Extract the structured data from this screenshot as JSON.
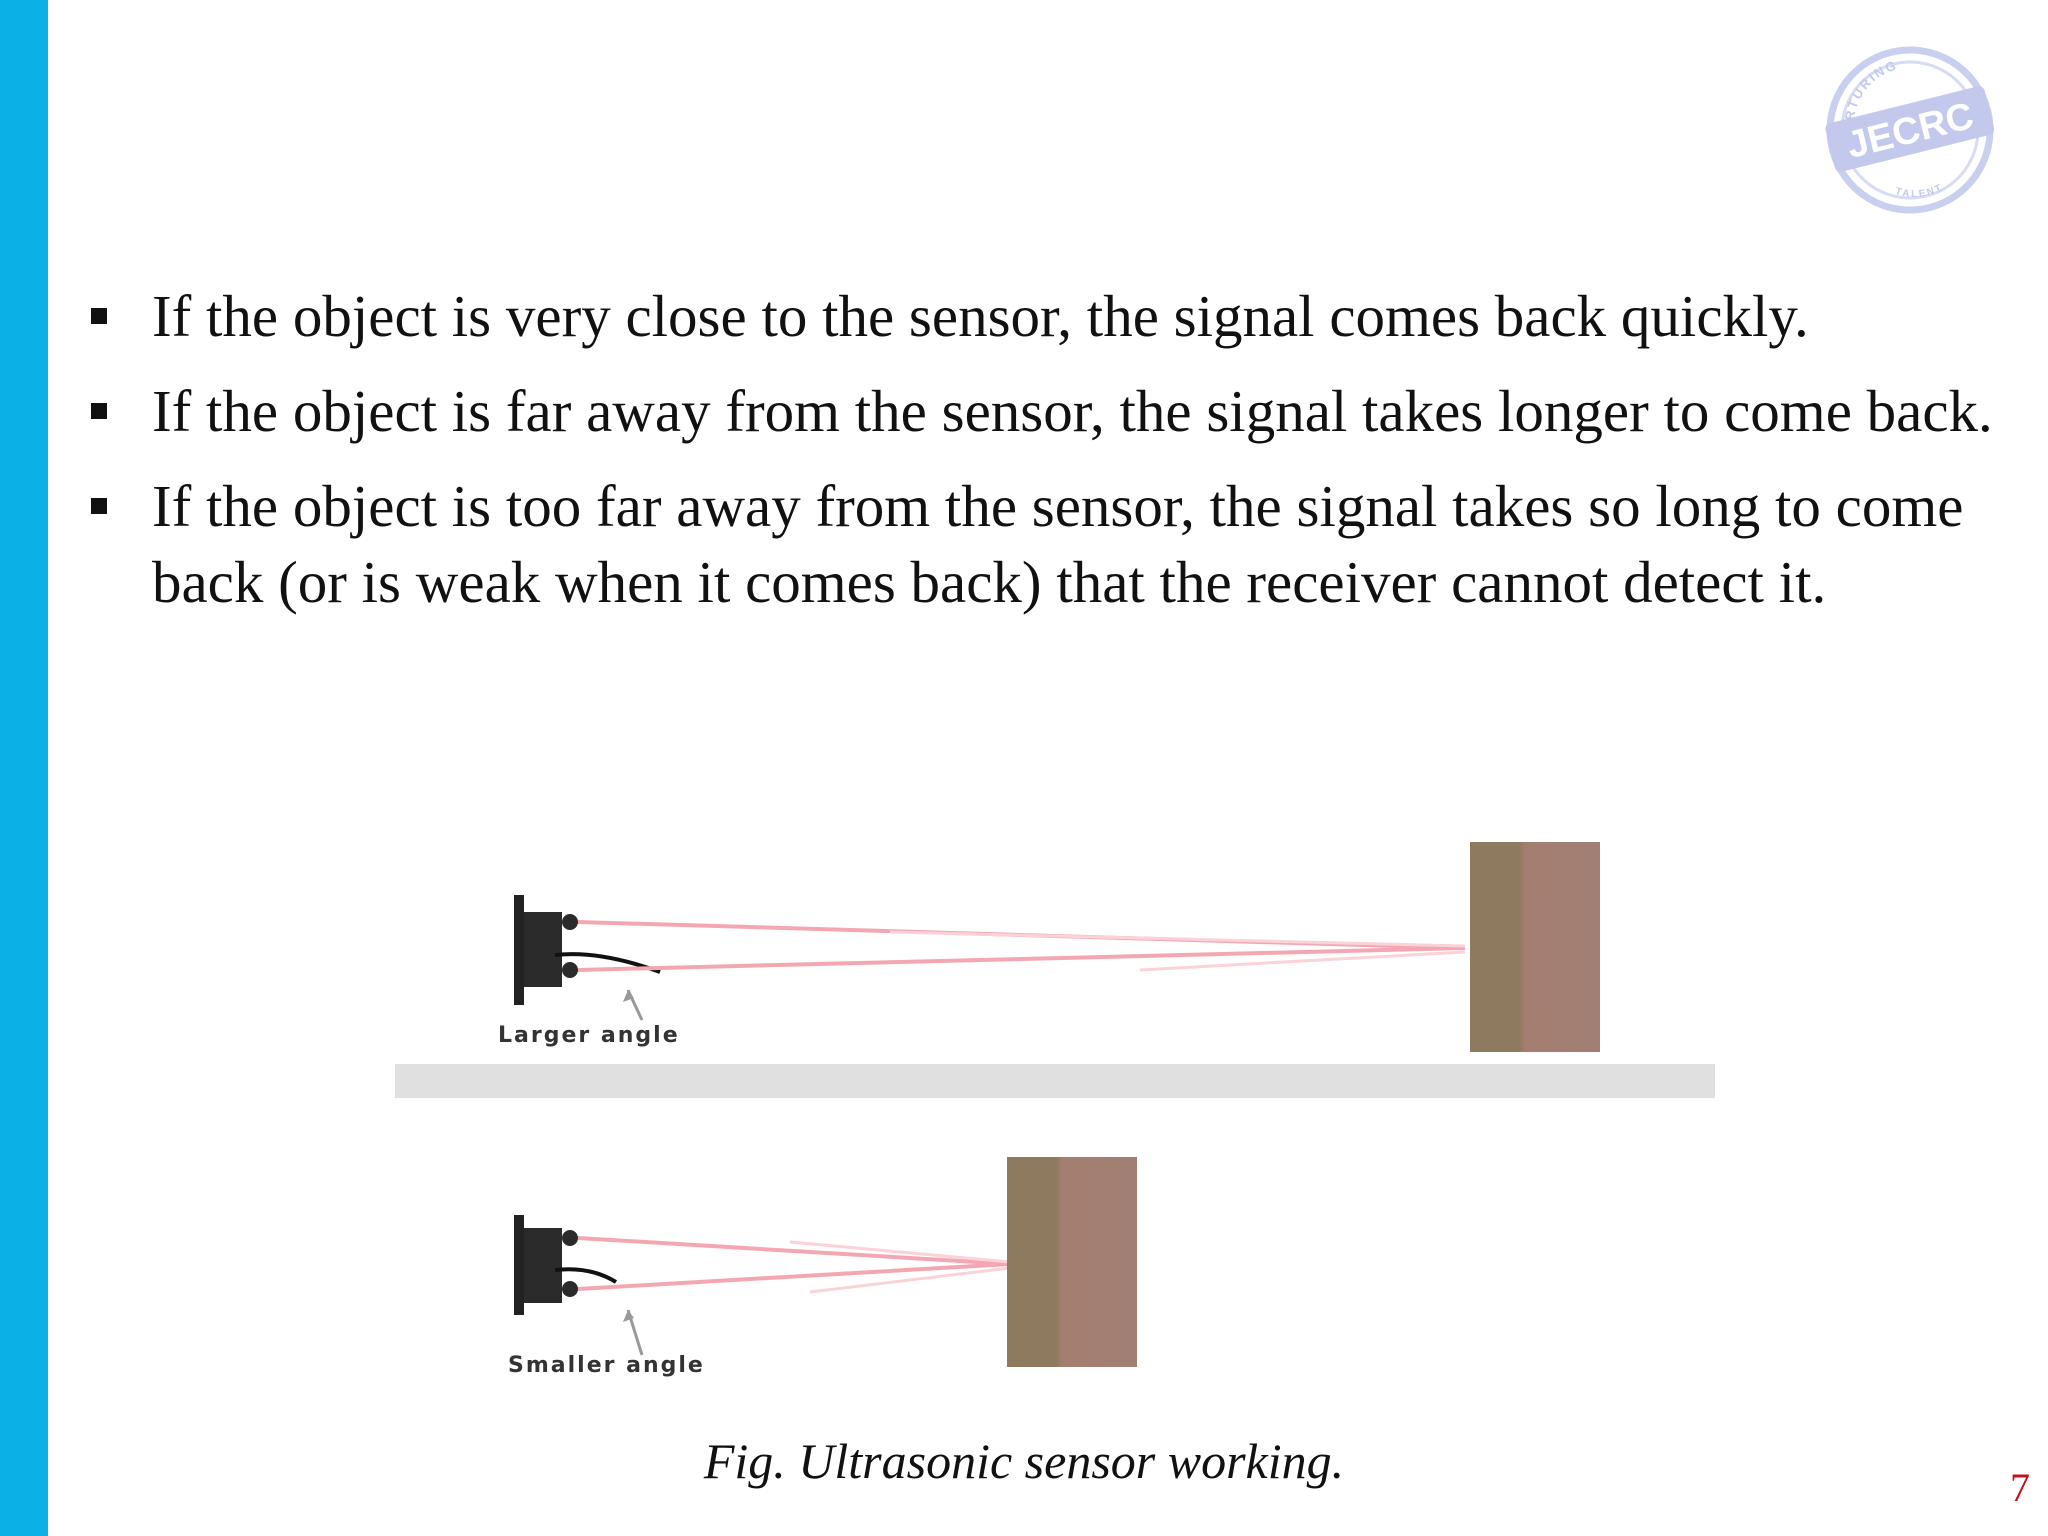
{
  "bullets": [
    "If the object is very close to the sensor, the signal comes back quickly.",
    "If the object is far away from the sensor, the signal takes longer to come back.",
    "If the object is too far away from the sensor, the signal takes so long to come back (or is weak when it comes back) that the receiver cannot detect it."
  ],
  "figure": {
    "top_label": "Larger angle",
    "bottom_label": "Smaller angle",
    "caption": "Fig. Ultrasonic sensor working."
  },
  "logo": {
    "main": "JECRC",
    "top_arc": "NURTURING",
    "bottom_arc": "TALENT"
  },
  "page_number": "7",
  "colors": {
    "accent_bar": "#0ab0e6",
    "page_number": "#c0141c",
    "object": "#9b7a66",
    "beam": "#f4a7b3"
  }
}
